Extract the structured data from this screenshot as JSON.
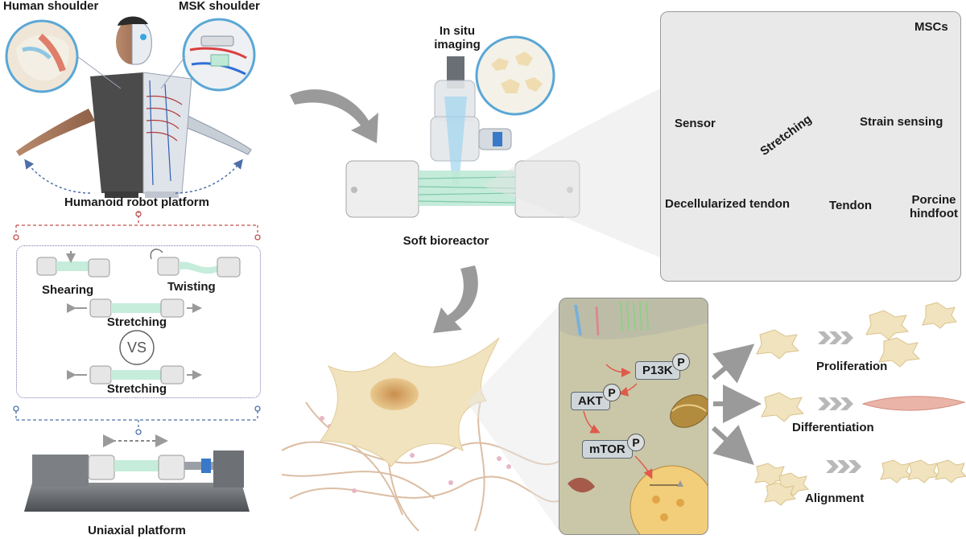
{
  "labels": {
    "human_shoulder": "Human shoulder",
    "msk_shoulder": "MSK shoulder",
    "humanoid_platform": "Humanoid robot platform",
    "shearing": "Shearing",
    "twisting": "Twisting",
    "stretching_top": "Stretching",
    "vs": "VS",
    "stretching_bottom": "Stretching",
    "uniaxial_platform": "Uniaxial platform",
    "in_situ_imaging": "In situ imaging",
    "soft_bioreactor": "Soft bioreactor",
    "mscs": "MSCs",
    "sensor": "Sensor",
    "stretching_sensor": "Stretching",
    "strain_sensing": "Strain sensing",
    "decellularized_tendon": "Decellularized tendon",
    "tendon": "Tendon",
    "porcine_hindfoot": "Porcine hindfoot",
    "p13k": "P13K",
    "akt": "AKT",
    "mtor": "mTOR",
    "phospho": "P",
    "proliferation": "Proliferation",
    "differentiation": "Differentiation",
    "alignment": "Alignment"
  },
  "colors": {
    "cell": "#f1e3bd",
    "cell_edge": "#d9c38d",
    "nucleus": "#d8a76a",
    "fiber_green": "#9fdcc6",
    "grey_arrow": "#9a9a9a",
    "red_dash": "#c0504d",
    "blue_dash": "#4f6fa8",
    "signal_blue": "#3a7de0"
  }
}
